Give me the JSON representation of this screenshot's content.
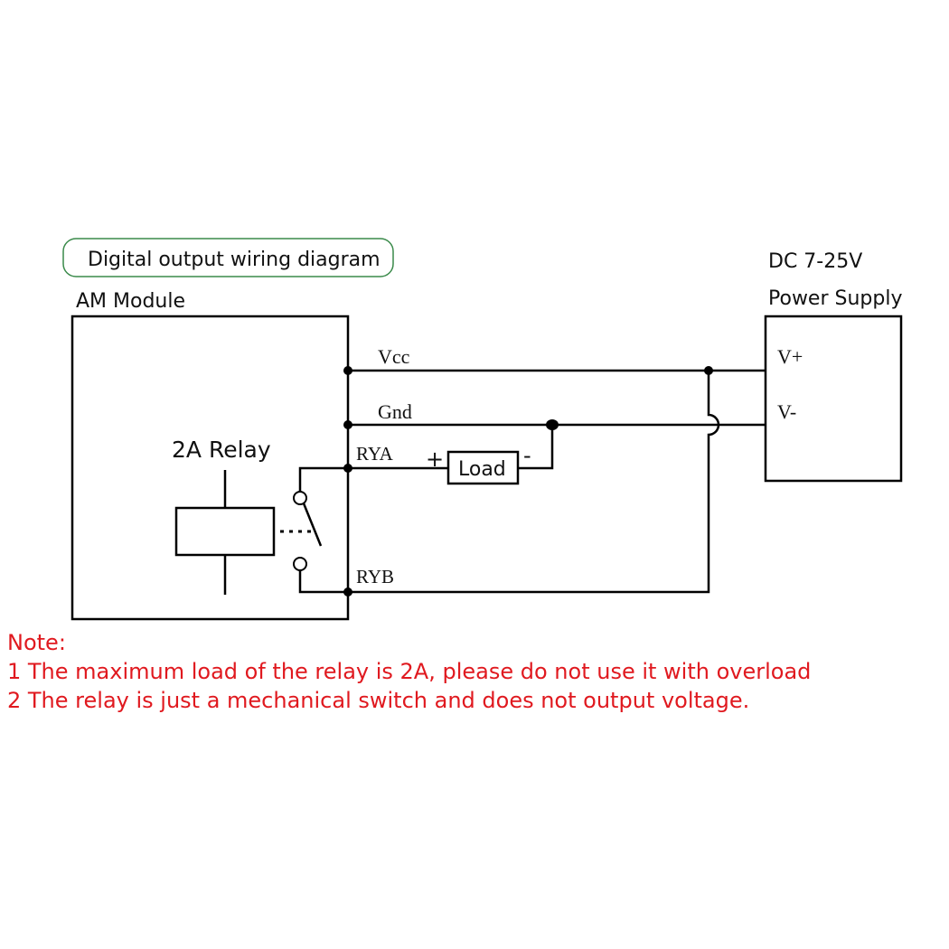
{
  "title": "Digital output wiring diagram",
  "module": {
    "label": "AM Module",
    "relay_label": "2A Relay",
    "terminals": {
      "vcc": "Vcc",
      "gnd": "Gnd",
      "rya": "RYA",
      "ryb": "RYB"
    }
  },
  "power_supply": {
    "line1": "DC 7-25V",
    "line2": "Power Supply",
    "pos": "V+",
    "neg": "V-"
  },
  "load": {
    "label": "Load",
    "plus": "+",
    "minus": "-"
  },
  "notes": {
    "heading": "Note:",
    "items": [
      "1 The maximum load of the relay is 2A, please do not use it with overload",
      "2 The relay is just a mechanical switch and does not output voltage."
    ]
  },
  "colors": {
    "note_text": "#e0191f",
    "title_border": "#3a8a4a",
    "wire": "#000000"
  }
}
